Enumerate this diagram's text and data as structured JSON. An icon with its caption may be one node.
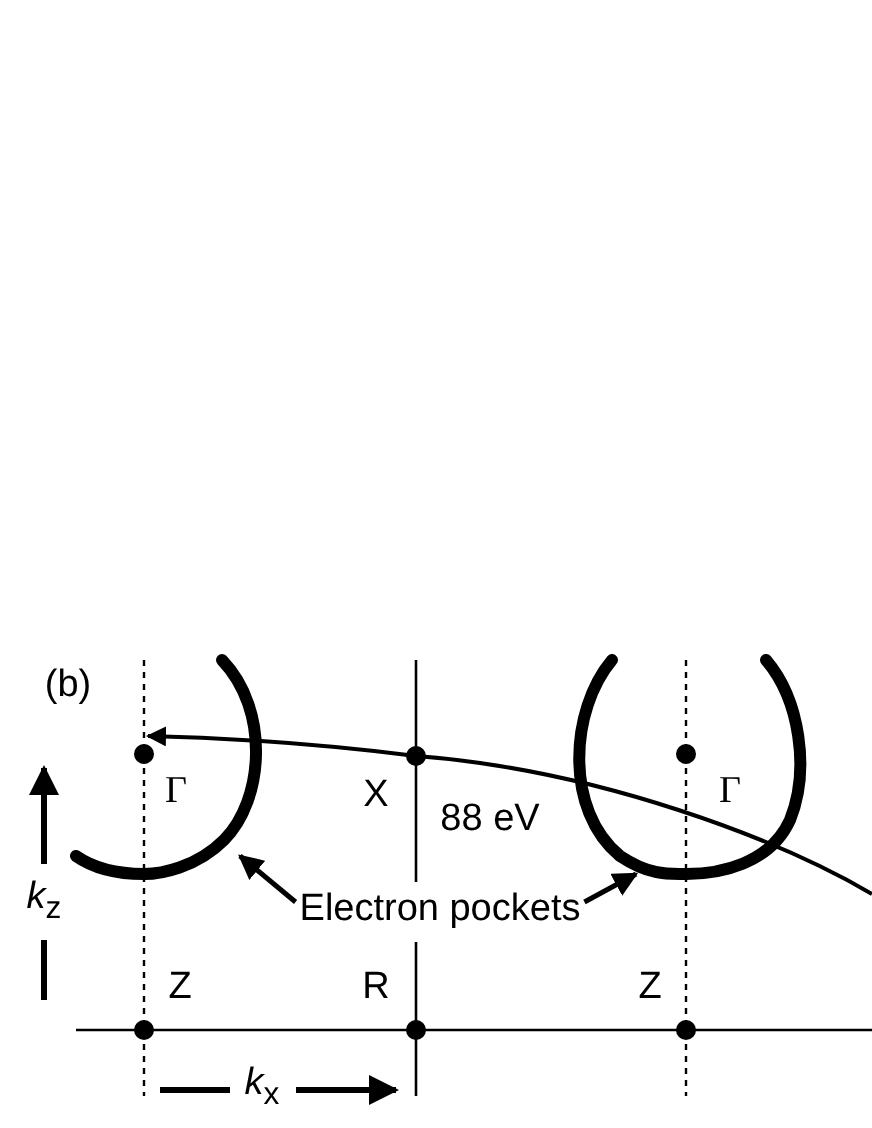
{
  "diagram": {
    "nodes": [
      {
        "text": [],
        "shape": "curve"
      },
      {
        "text": [],
        "shape": "curve"
      },
      {
        "text": [
          "Electron pockets"
        ]
      }
    ],
    "edges": [
      {
        "from": 2,
        "to": 0,
        "arrow": "to"
      },
      {
        "from": 2,
        "to": 1,
        "arrow": "to"
      }
    ],
    "labels": [
      "(b)",
      "Γ",
      "X",
      "88 eV",
      "Γ",
      "*k*$_{z}$",
      "Z",
      "R",
      "Z",
      "*k*$_{x}$"
    ]
  }
}
